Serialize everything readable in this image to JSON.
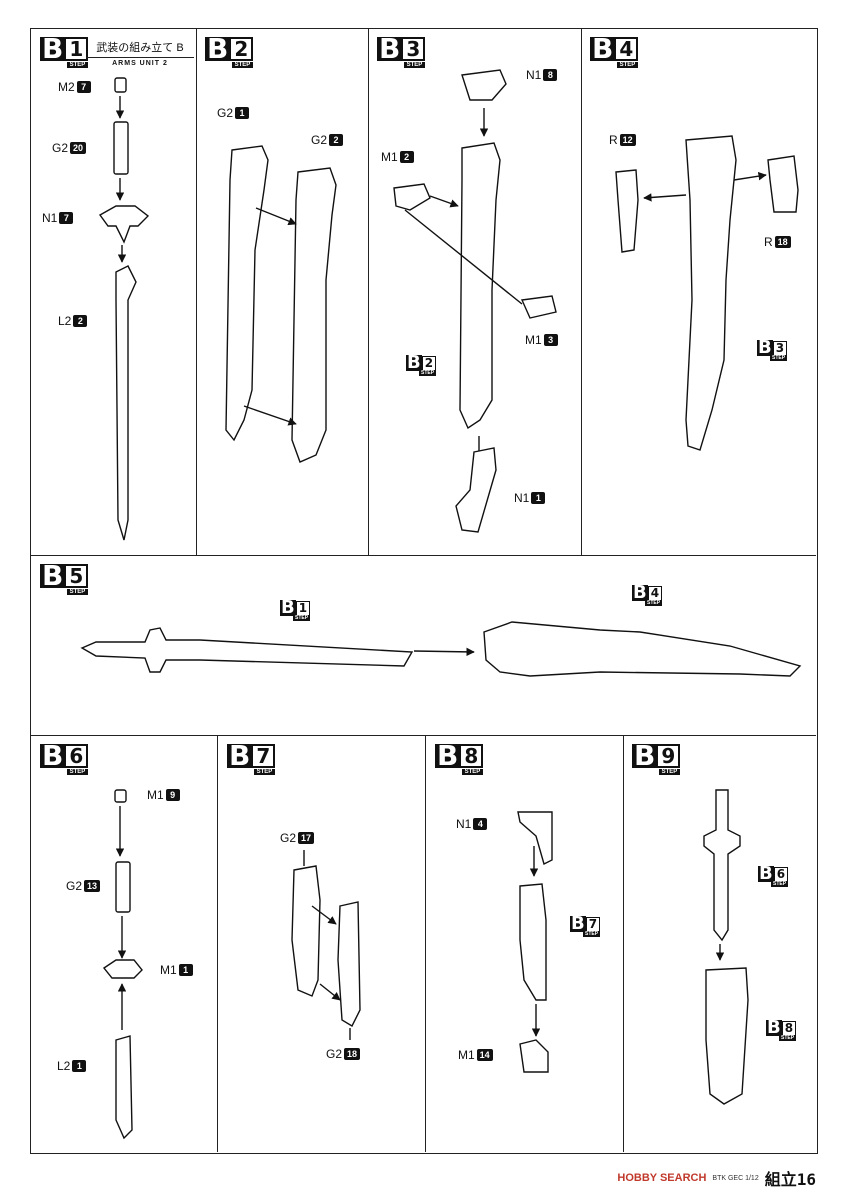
{
  "steps": {
    "b1": {
      "letter": "B",
      "num": "1",
      "step": "STEP",
      "title_jp": "武装の組み立て B",
      "title_en": "ARMS UNIT 2",
      "parts": [
        {
          "code": "M2",
          "num": "7"
        },
        {
          "code": "G2",
          "num": "20"
        },
        {
          "code": "N1",
          "num": "7"
        },
        {
          "code": "L2",
          "num": "2"
        }
      ]
    },
    "b2": {
      "letter": "B",
      "num": "2",
      "step": "STEP",
      "parts": [
        {
          "code": "G2",
          "num": "1"
        },
        {
          "code": "G2",
          "num": "2"
        }
      ]
    },
    "b3": {
      "letter": "B",
      "num": "3",
      "step": "STEP",
      "parts": [
        {
          "code": "N1",
          "num": "8"
        },
        {
          "code": "M1",
          "num": "2"
        },
        {
          "code": "M1",
          "num": "3"
        },
        {
          "code": "N1",
          "num": "1"
        }
      ],
      "ref": {
        "letter": "B",
        "num": "2",
        "step": "STEP"
      }
    },
    "b4": {
      "letter": "B",
      "num": "4",
      "step": "STEP",
      "parts": [
        {
          "code": "R",
          "num": "12"
        },
        {
          "code": "R",
          "num": "18"
        }
      ],
      "ref": {
        "letter": "B",
        "num": "3",
        "step": "STEP"
      }
    },
    "b5": {
      "letter": "B",
      "num": "5",
      "step": "STEP",
      "refs": [
        {
          "letter": "B",
          "num": "1",
          "step": "STEP"
        },
        {
          "letter": "B",
          "num": "4",
          "step": "STEP"
        }
      ]
    },
    "b6": {
      "letter": "B",
      "num": "6",
      "step": "STEP",
      "parts": [
        {
          "code": "M1",
          "num": "9"
        },
        {
          "code": "G2",
          "num": "13"
        },
        {
          "code": "M1",
          "num": "1"
        },
        {
          "code": "L2",
          "num": "1"
        }
      ]
    },
    "b7": {
      "letter": "B",
      "num": "7",
      "step": "STEP",
      "parts": [
        {
          "code": "G2",
          "num": "17"
        },
        {
          "code": "G2",
          "num": "18"
        }
      ]
    },
    "b8": {
      "letter": "B",
      "num": "8",
      "step": "STEP",
      "parts": [
        {
          "code": "N1",
          "num": "4"
        },
        {
          "code": "M1",
          "num": "14"
        }
      ],
      "ref": {
        "letter": "B",
        "num": "7",
        "step": "STEP"
      }
    },
    "b9": {
      "letter": "B",
      "num": "9",
      "step": "STEP",
      "refs": [
        {
          "letter": "B",
          "num": "6",
          "step": "STEP"
        },
        {
          "letter": "B",
          "num": "8",
          "step": "STEP"
        }
      ]
    }
  },
  "footer": {
    "watermark": "HOBBY SEARCH",
    "code": "BTK GEC 1/12",
    "page": "組立16"
  }
}
